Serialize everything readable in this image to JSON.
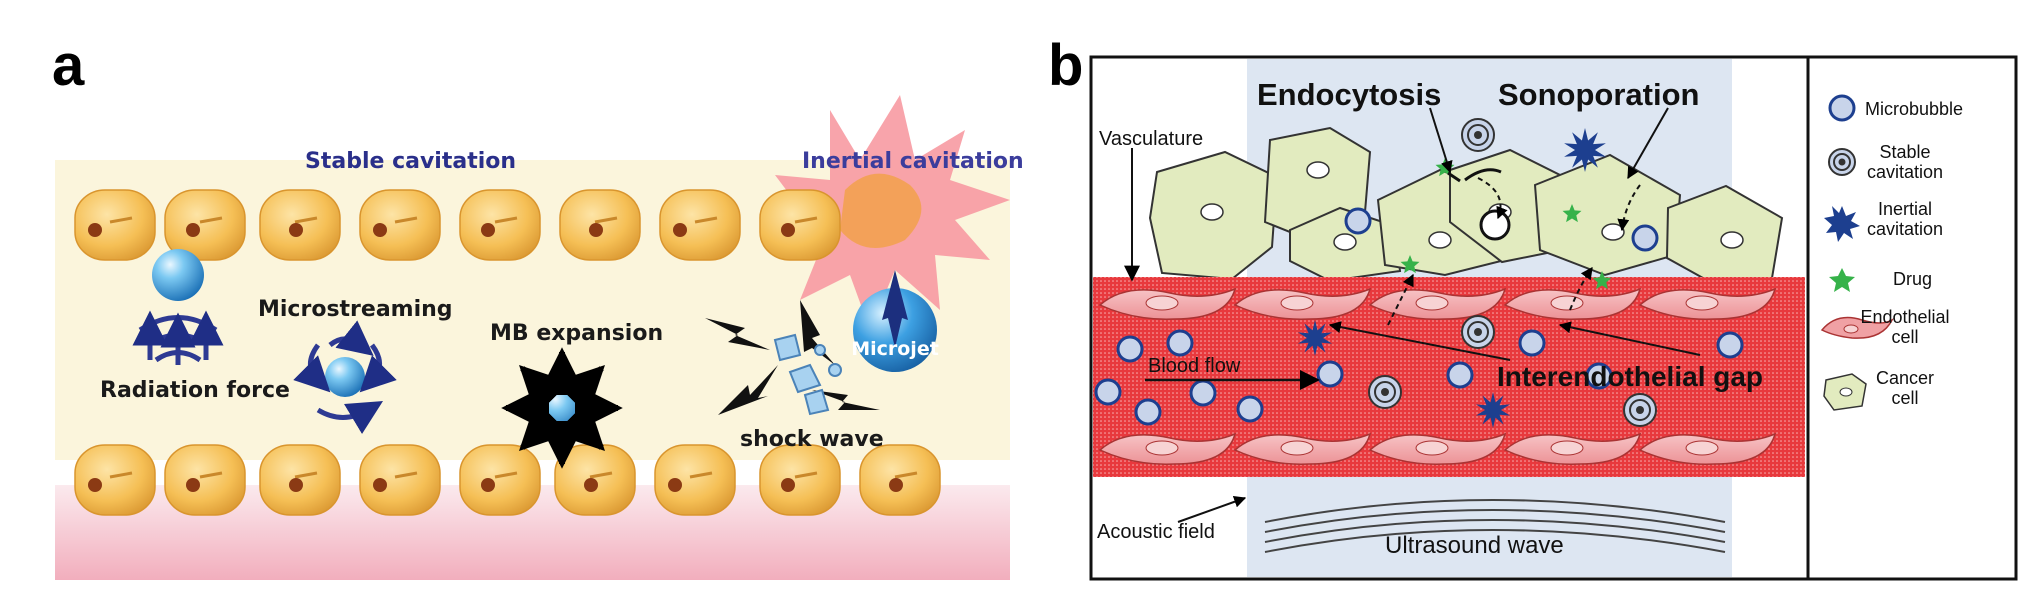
{
  "panel_a": {
    "letter": "a",
    "stable_cavitation": "Stable  cavitation",
    "inertial_cavitation": "Inertial  cavitation",
    "microstreaming": "Microstreaming",
    "radiation_force": "Radiation force",
    "mb_expansion": "MB expansion",
    "shock_wave": "shock wave",
    "microjet": "Microjet"
  },
  "panel_b": {
    "letter": "b",
    "endocytosis": "Endocytosis",
    "sonoporation": "Sonoporation",
    "vasculature": "Vasculature",
    "blood_flow": "Blood flow",
    "interendothelial_gap": "Interendothelial gap",
    "acoustic_field": "Acoustic field",
    "ultrasound_wave": "Ultrasound wave"
  },
  "legend": {
    "microbubble": "Microbubble",
    "stable_1": "Stable",
    "stable_2": "cavitation",
    "inertial_1": "Inertial",
    "inertial_2": "cavitation",
    "drug": "Drug",
    "endothelial_1": "Endothelial",
    "endothelial_2": "cell",
    "cancer_1": "Cancer",
    "cancer_2": "cell"
  },
  "colors": {
    "cell_orange": "#f5bf55",
    "nucleus": "#8b3a14",
    "bubble_blue": "#3aa2e2",
    "stable_text": "#2a2f8a",
    "inertial_text": "#3b3d9c",
    "starburst": "#f79aa2",
    "blood_red": "#e8393d",
    "endothelial_pink": "#f0a1a4",
    "cancer_green": "#e2ebbf",
    "ultrasound_bg": "#dde6f2",
    "drug_green": "#36b24a",
    "inertial_star": "#1d3f8f"
  }
}
